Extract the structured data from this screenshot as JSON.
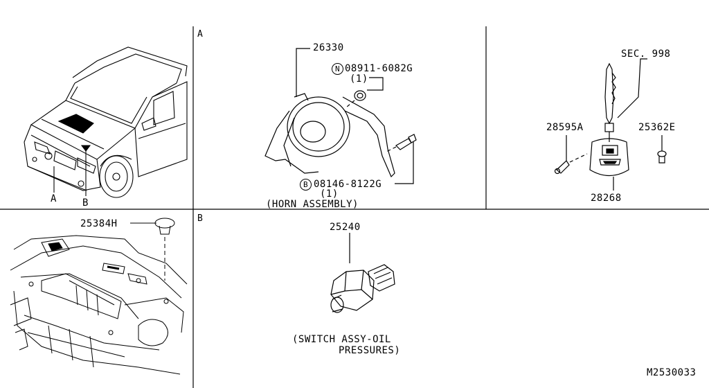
{
  "panels": {
    "vehicle": {
      "callout_a": "A",
      "callout_b": "B"
    },
    "horn": {
      "section": "A",
      "part_horn": "26330",
      "nut_symbol": "N",
      "nut_part": "08911-6082G",
      "nut_qty": "(1)",
      "bolt_symbol": "B",
      "bolt_part": "08146-8122G",
      "bolt_qty": "(1)",
      "caption": "(HORN ASSEMBLY)"
    },
    "key": {
      "sec": "SEC. 998",
      "part_screw": "28595A",
      "part_clip": "25362E",
      "part_key": "28268"
    },
    "engine": {
      "part_grommet": "25384H"
    },
    "switch": {
      "section": "B",
      "part_switch": "25240",
      "caption_line1": "(SWITCH ASSY-OIL",
      "caption_line2": "PRESSURES)"
    }
  },
  "diagram_id": "M2530033"
}
